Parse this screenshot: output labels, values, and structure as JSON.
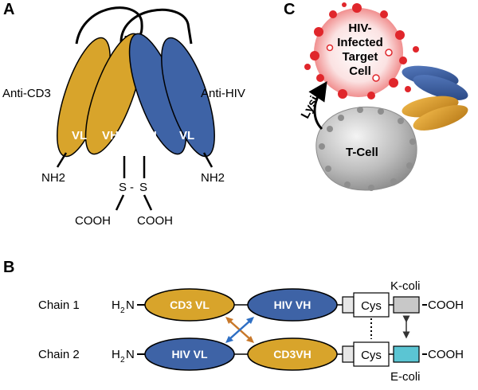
{
  "panels": {
    "a": {
      "letter": "A",
      "left_label": "Anti-CD3",
      "right_label": "Anti-HIV",
      "domains": [
        "VL",
        "VH",
        "VH",
        "VL"
      ],
      "nh2_left": "NH2",
      "nh2_right": "NH2",
      "ss_left": "S",
      "ss_dash": "-",
      "ss_right": "S",
      "cooh_left": "COOH",
      "cooh_right": "COOH"
    },
    "b": {
      "letter": "B",
      "chain1": {
        "label": "Chain 1",
        "h": "H",
        "sub": "2",
        "n": "N",
        "domain1": "CD3 VL",
        "domain2": "HIV VH",
        "cys": "Cys",
        "coil": "K-coli",
        "cooh": "COOH"
      },
      "chain2": {
        "label": "Chain 2",
        "h": "H",
        "sub": "2",
        "n": "N",
        "domain1": "HIV VL",
        "domain2": "CD3VH",
        "cys": "Cys",
        "coil": "E-coli",
        "cooh": "COOH"
      }
    },
    "c": {
      "letter": "C",
      "infected_cell_lines": [
        "HIV-",
        "Infected",
        "Target",
        "Cell"
      ],
      "lysis": "Lysis",
      "tcell": "T-Cell"
    }
  },
  "colors": {
    "gold": "#D8A42B",
    "blue": "#3E63A6",
    "teal": "#5BC5D3",
    "gray_box": "#C8C8C8",
    "light_box": "#E6E6E6",
    "infected_red": "#E0262B",
    "tcell_gray": "#B8B8B8"
  }
}
